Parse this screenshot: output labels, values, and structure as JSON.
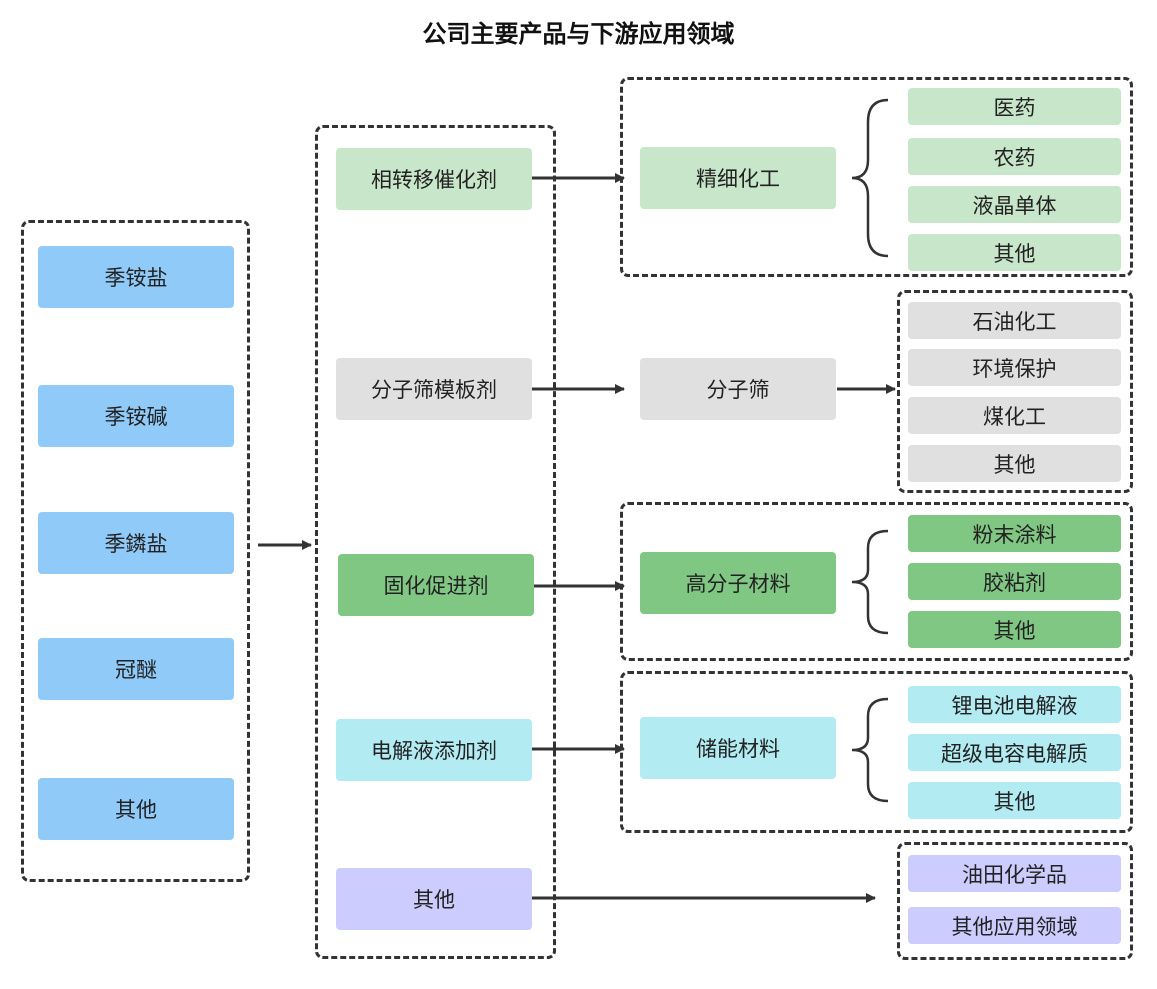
{
  "title": "公司主要产品与下游应用领域",
  "products": [
    "季铵盐",
    "季铵碱",
    "季鏻盐",
    "冠醚",
    "其他"
  ],
  "categories": [
    "相转移催化剂",
    "分子筛模板剂",
    "固化促进剂",
    "电解液添加剂",
    "其他"
  ],
  "intermediates": [
    "精细化工",
    "分子筛",
    "高分子材料",
    "储能材料"
  ],
  "applications": {
    "fine_chemical": [
      "医药",
      "农药",
      "液晶单体",
      "其他"
    ],
    "molecular_sieve": [
      "石油化工",
      "环境保护",
      "煤化工",
      "其他"
    ],
    "polymer": [
      "粉末涂料",
      "胶粘剂",
      "其他"
    ],
    "energy": [
      "锂电池电解液",
      "超级电容电解质",
      "其他"
    ],
    "other": [
      "油田化学品",
      "其他应用领域"
    ]
  },
  "colors": {
    "products": "#90CAF9",
    "fine_chemical": "#C8E6C9",
    "molecular_sieve": "#E0E0E0",
    "polymer": "#81C784",
    "energy": "#B2EBF2",
    "other": "#CCCCFF"
  }
}
